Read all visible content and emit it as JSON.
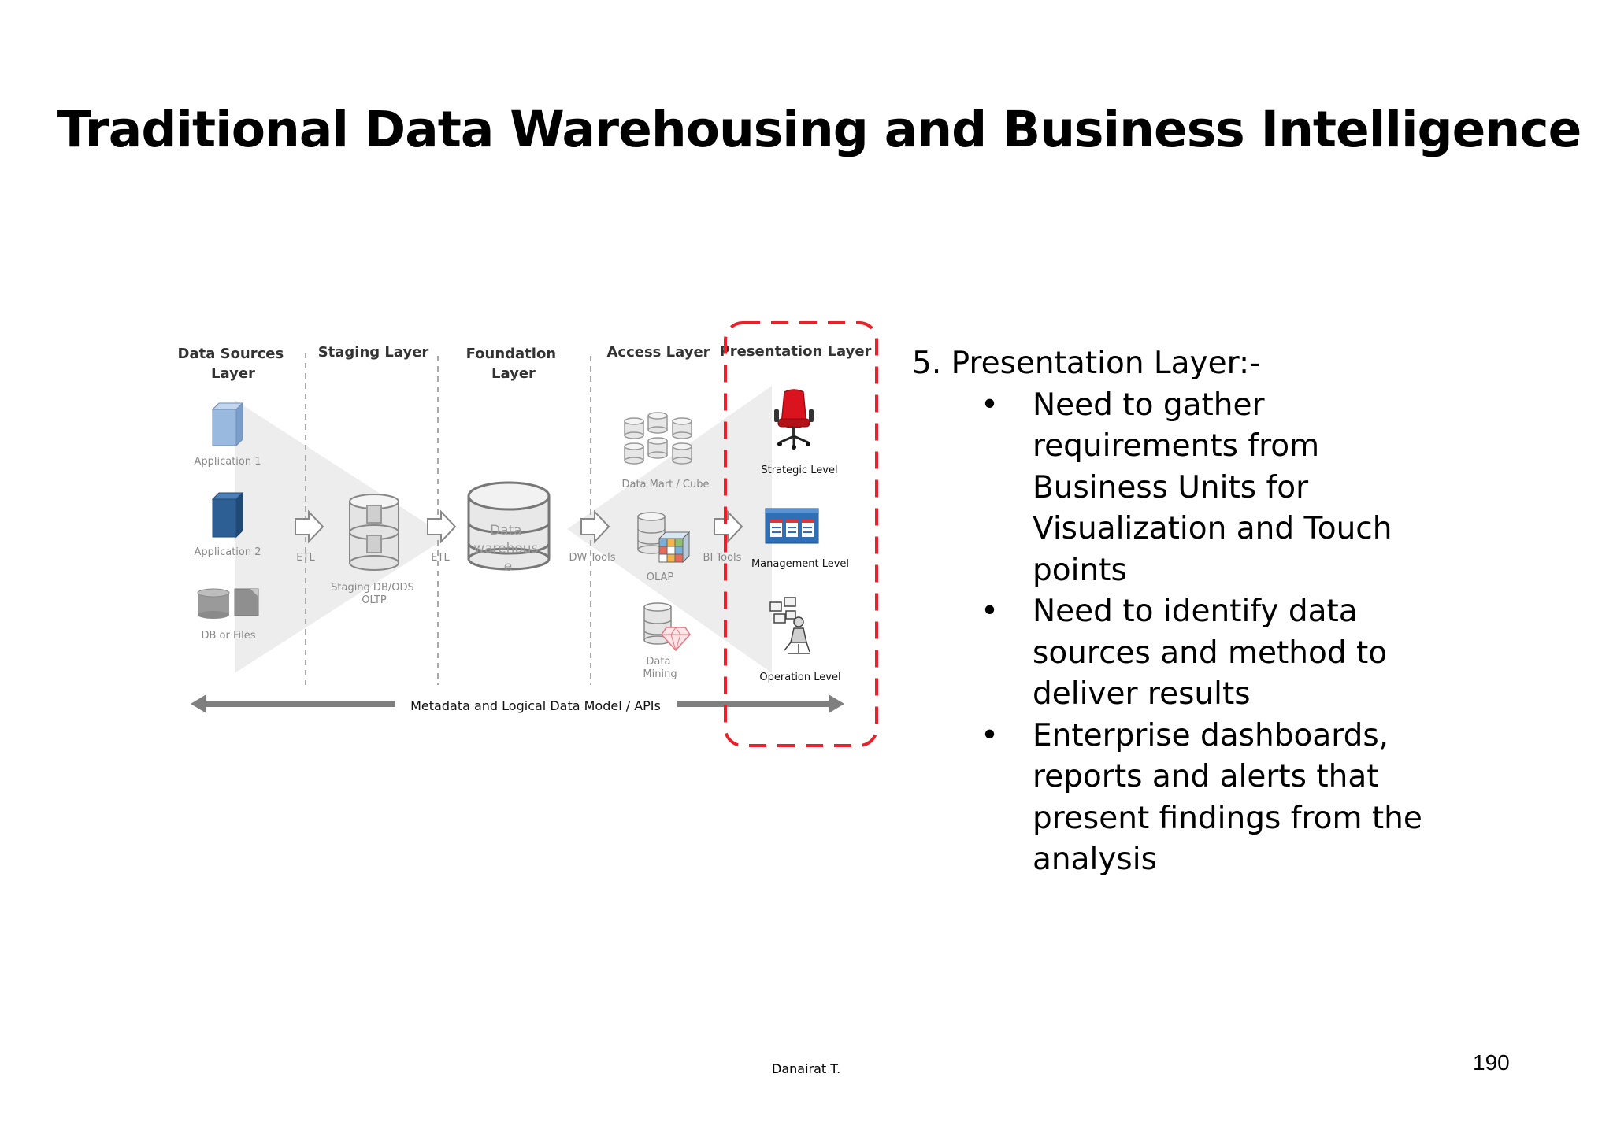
{
  "slide": {
    "title": "Traditional Data Warehousing and Business Intelligence",
    "author": "Danairat T.",
    "page_number": "190"
  },
  "diagram": {
    "layers": {
      "data_sources": [
        "Data Sources",
        "Layer"
      ],
      "staging": "Staging Layer",
      "foundation": [
        "Foundation",
        "Layer"
      ],
      "access": "Access Layer",
      "presentation": "Presentation Layer"
    },
    "sources": {
      "app1": "Application 1",
      "app2": "Application 2",
      "db": "DB or Files"
    },
    "flows": {
      "etl1": "ETL",
      "etl2": "ETL",
      "dw_tools": "DW Tools",
      "bi_tools": "BI Tools"
    },
    "staging_db": [
      "Staging DB/ODS",
      "OLTP"
    ],
    "warehouse": [
      "Data",
      "warehous",
      "e"
    ],
    "access_items": {
      "data_mart": "Data Mart / Cube",
      "olap": "OLAP",
      "mining": [
        "Data",
        "Mining"
      ]
    },
    "presentation_items": {
      "strategic": "Strategic Level",
      "management": "Management Level",
      "operation": "Operation Level"
    },
    "metadata": "Metadata and Logical Data Model / APIs",
    "colors": {
      "highlight": "#e8222a",
      "chair": "#d9141e",
      "dashboard": "#2f6fb5",
      "app1": "#9ab9df",
      "app2": "#2d5f94",
      "arrow": "#7f7f7f"
    }
  },
  "bullets": {
    "heading": "5. Presentation Layer:-",
    "items": [
      [
        "Need to gather",
        "requirements from",
        "Business Units for",
        "Visualization and Touch",
        "points"
      ],
      [
        "Need to identify data",
        "sources and method to",
        "deliver results"
      ],
      [
        "Enterprise dashboards,",
        "reports and alerts that",
        "present findings from the",
        "analysis"
      ]
    ],
    "bullet_char": "•"
  }
}
